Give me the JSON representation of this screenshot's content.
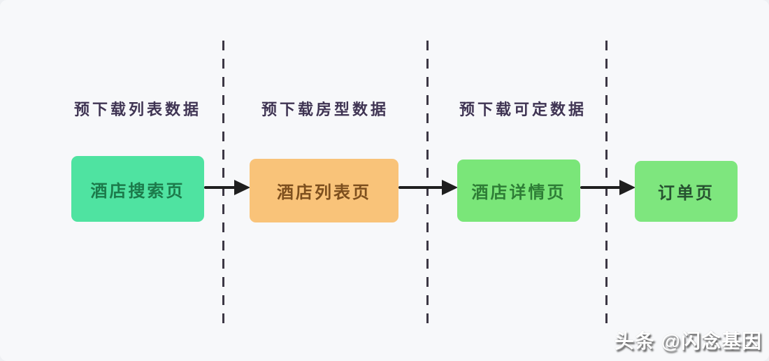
{
  "diagram": {
    "stage_labels": [
      {
        "text": "预下载列表数据"
      },
      {
        "text": "预下载房型数据"
      },
      {
        "text": "预下载可定数据"
      }
    ],
    "nodes": [
      {
        "label": "酒店搜索页",
        "bg": "#4fe3a1",
        "text_color": "#1c7a4b"
      },
      {
        "label": "酒店列表页",
        "bg": "#f9c379",
        "text_color": "#7d4f1e"
      },
      {
        "label": "酒店详情页",
        "bg": "#7ae679",
        "text_color": "#2e7d36"
      },
      {
        "label": "订单页",
        "bg": "#7ee67e",
        "text_color": "#275231"
      }
    ],
    "arrow_color": "#1f1f1f",
    "divider_color": "#3c3744",
    "label_color": "#3f3453",
    "background_color": "#f7f8fa"
  },
  "watermark": {
    "text": "头条 @闪念基因"
  }
}
